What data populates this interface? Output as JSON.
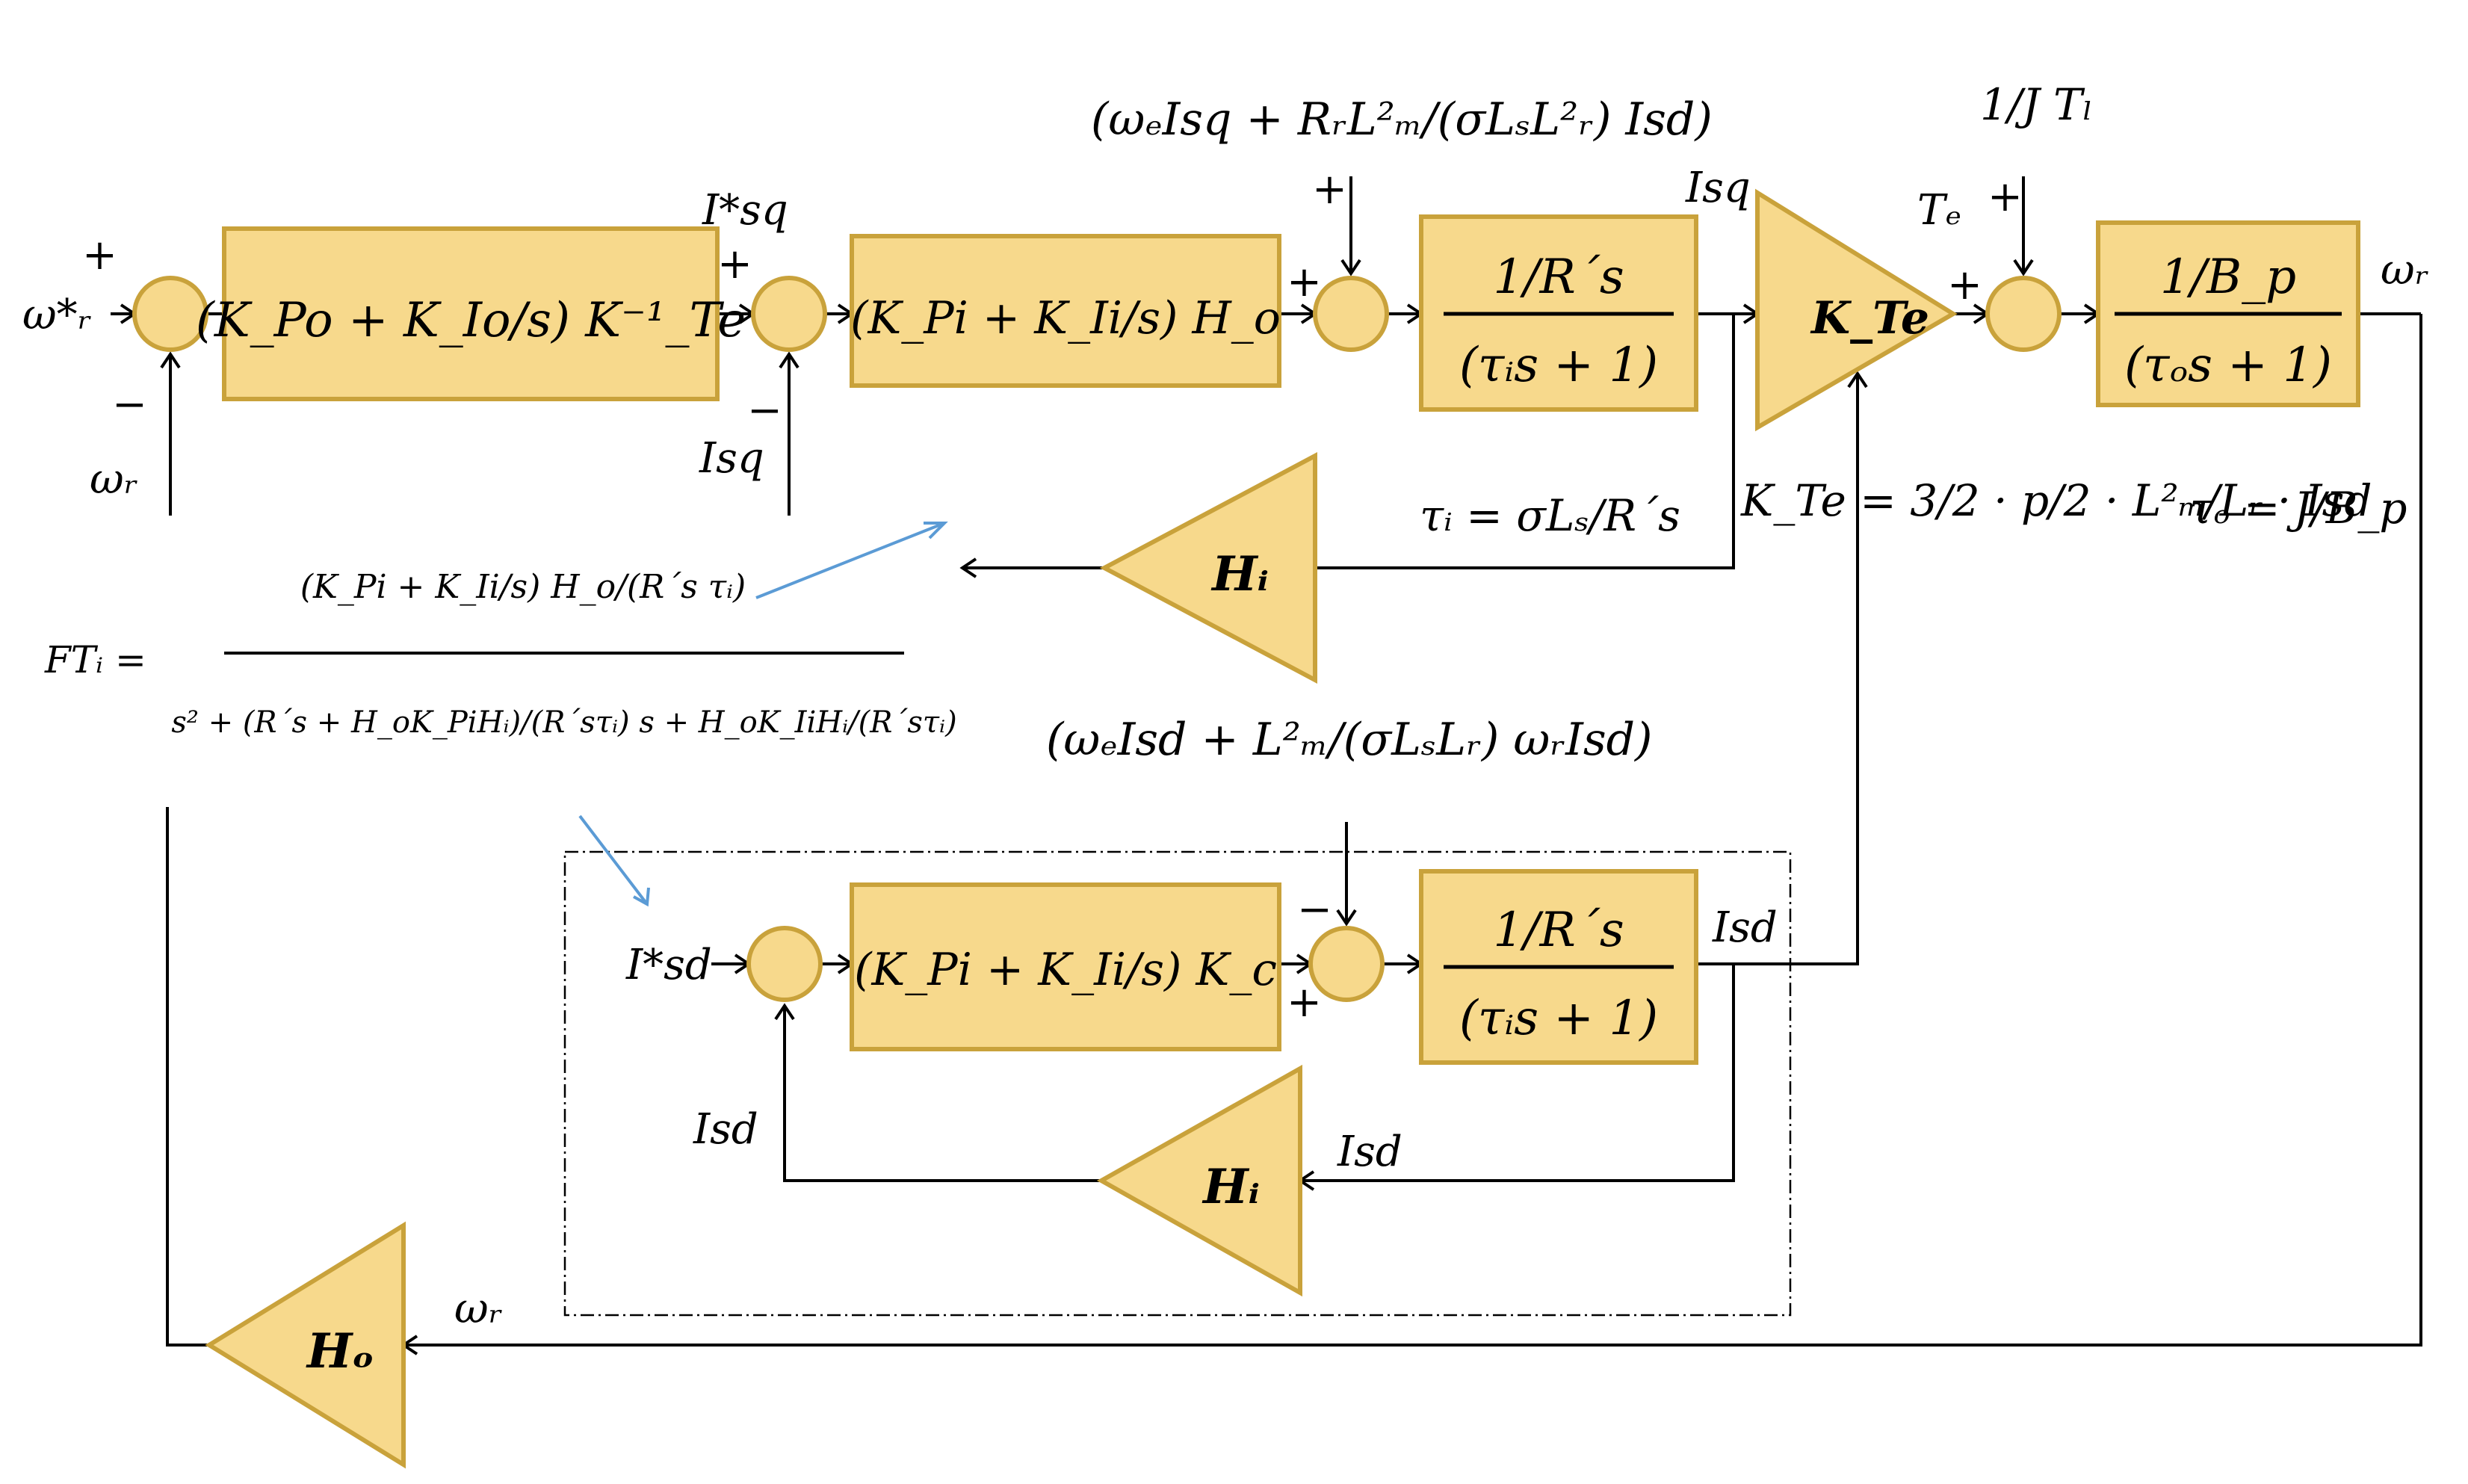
{
  "outer_loop": {
    "input_label": "ω*ᵣ",
    "feedback_label": "ωᵣ",
    "plus_sign": "+",
    "minus_sign": "−",
    "pi_block": "(K_Po + K_Io/s) K⁻¹_Te",
    "output_label": "I*sq"
  },
  "q_current_loop": {
    "feedback_label": "Isq",
    "pi_block": "(K_Pi + K_Ii/s) H_o",
    "decoupling_term": "(ωₑIsq + RᵣL²ₘ/(σLₛL²ᵣ) Isd)",
    "plant_numerator": "1/R´s",
    "plant_denominator": "(τᵢs + 1)",
    "output_label": "Isq"
  },
  "torque_gain": {
    "label": "K_Te",
    "formula": "K_Te = 3/2 · p/2 · L²ₘ/Lᵣ · Isd",
    "torque_label": "Tₑ"
  },
  "mechanical": {
    "load_term": "1/J Tₗ",
    "numerator": "1/B_p",
    "denominator": "(τₒs + 1)",
    "output_label": "ωᵣ",
    "tau_o": "τₒ = J/B_p"
  },
  "tau_i": "τᵢ = σLₛ/R´s",
  "sensor_gains": {
    "current": "Hᵢ",
    "speed": "Hₒ"
  },
  "transfer_function": {
    "lhs": "FTᵢ =",
    "numerator": "(K_Pi + K_Ii/s) H_o/(R´s τᵢ)",
    "denominator": "s² + (R´s + H_oK_PiHᵢ)/(R´sτᵢ) s + H_oK_IiHᵢ/(R´sτᵢ)"
  },
  "d_current_loop": {
    "input_label": "I*sd",
    "feedback_label": "Isd",
    "pi_block": "(K_Pi + K_Ii/s) K_c",
    "decoupling_term": "(ωₑIsd + L²ₘ/(σLₛLᵣ) ωᵣIsd)",
    "plant_numerator": "1/R´s",
    "plant_denominator": "(τᵢs + 1)",
    "output_label": "Isd"
  }
}
